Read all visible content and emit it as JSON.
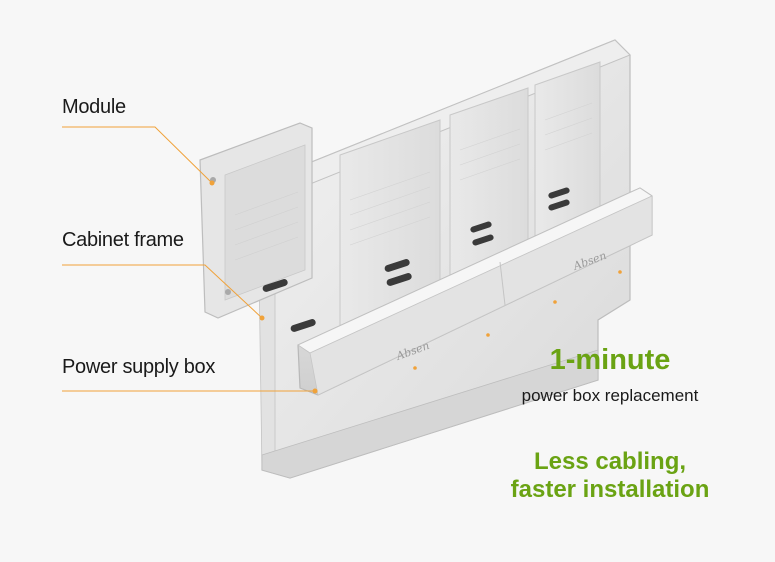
{
  "callouts": {
    "module": "Module",
    "cabinet_frame": "Cabinet frame",
    "power_supply_box": "Power supply box"
  },
  "highlights": {
    "headline_1": "1-minute",
    "sub_1": "power box replacement",
    "headline_2_line1": "Less cabling,",
    "headline_2_line2": "faster installation"
  },
  "product": {
    "brand_text": "Absen"
  },
  "colors": {
    "background": "#f7f7f7",
    "accent_green": "#6aa313",
    "callout_line": "#f0a23a",
    "text": "#1a1a1a"
  }
}
